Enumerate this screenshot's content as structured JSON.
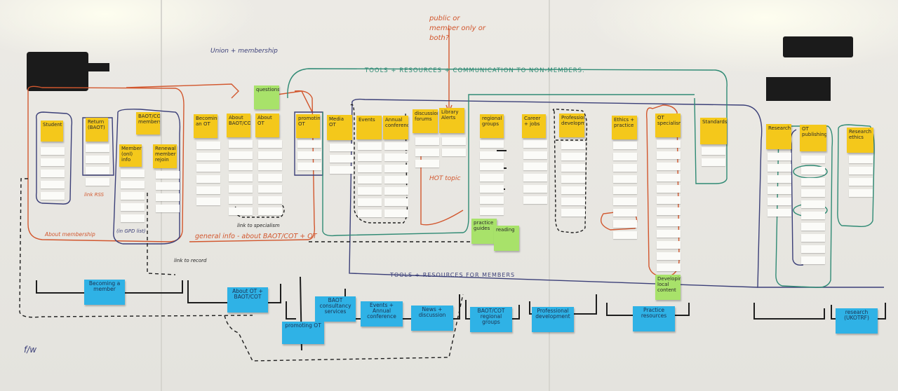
{
  "annotations": {
    "union_membership": "Union + membership",
    "public_member": "public or member only or both?",
    "tools_comm": "TOOLS + RESOURCES + COMMUNICATION TO NON-MEMBERS.",
    "tools_members": "TOOLS + RESOURCES FOR MEMBERS",
    "general_info": "general info - about BAOT/COT + OT",
    "about_membership": "About membership",
    "link_specialism": "link to specialism",
    "link_to_record": "link to record",
    "hot_topic": "HOT topic",
    "link_rss": "link RSS",
    "fw": "f/w",
    "gpd": "(in GPD list)"
  },
  "yellow_notes": [
    "Student",
    "Return (BAOT)",
    "BAOT/COT membership",
    "Member (onl) info",
    "Renewal member rejoin",
    "Becoming an OT",
    "About BAOT/COT",
    "About OT",
    "promoting OT",
    "Media OT",
    "Events",
    "Annual conference",
    "discussion forums",
    "Library Alerts",
    "regional groups",
    "Career + jobs",
    "Professional development",
    "Ethics + practice",
    "OT specialisms",
    "Standards",
    "Research",
    "OT publishing",
    "Research ethics"
  ],
  "green_notes": [
    "questions",
    "Developing local content",
    "practice guides",
    "reading"
  ],
  "blue_notes": [
    "Becoming a member",
    "About OT + BAOT/COT",
    "BAOT consultancy services",
    "promoting OT",
    "Events + Annual conference",
    "News + discussion",
    "BAOT/COT regional groups",
    "Professional development",
    "Practice resources",
    "research (UKOTRF)"
  ]
}
